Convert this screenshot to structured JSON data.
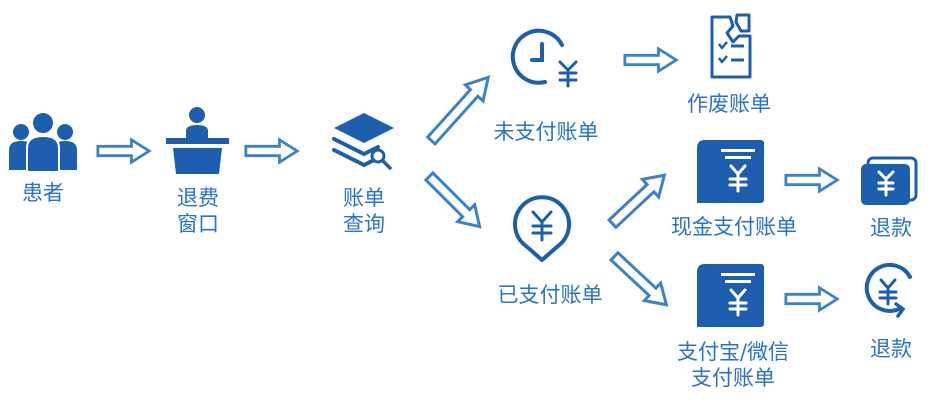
{
  "colors": {
    "primary": "#1d5fae",
    "accent": "#2a73c5",
    "arrow_stroke": "#3b82c9"
  },
  "nodes": {
    "patient": {
      "icon": "people-group-icon",
      "lines": [
        "患者"
      ]
    },
    "refund_window": {
      "icon": "service-counter-icon",
      "lines": [
        "退费",
        "窗口"
      ]
    },
    "bill_query": {
      "icon": "stack-search-icon",
      "lines": [
        "账单",
        "查询"
      ]
    },
    "unpaid_bill": {
      "icon": "clock-yen-icon",
      "lines": [
        "未支付账单"
      ]
    },
    "void_bill": {
      "icon": "torn-document-icon",
      "lines": [
        "作废账单"
      ]
    },
    "paid_bill": {
      "icon": "yen-location-pin-icon",
      "lines": [
        "已支付账单"
      ]
    },
    "cash_bill": {
      "icon": "yen-receipt-icon",
      "lines": [
        "现金支付账单"
      ]
    },
    "cash_refund": {
      "icon": "yen-wallet-icon",
      "lines": [
        "退款"
      ]
    },
    "online_bill": {
      "icon": "yen-receipt-icon",
      "lines": [
        "支付宝/微信",
        "支付账单"
      ]
    },
    "online_refund": {
      "icon": "yen-refresh-icon",
      "lines": [
        "退款"
      ]
    }
  }
}
